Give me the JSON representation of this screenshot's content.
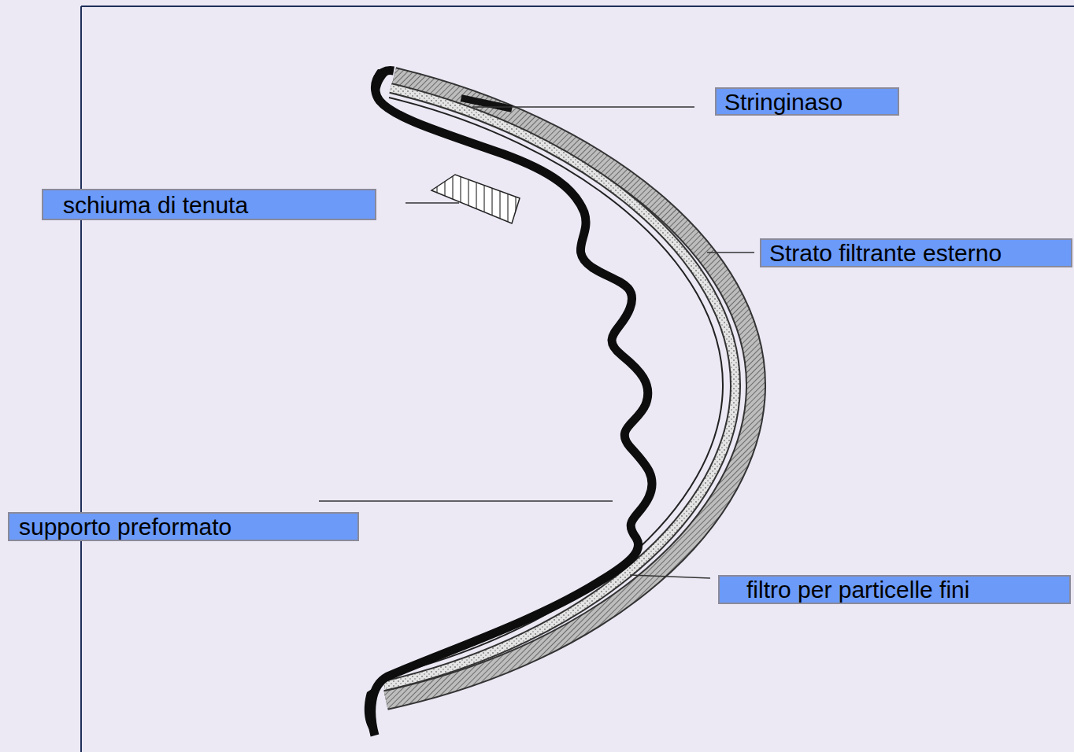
{
  "diagram": {
    "nodes": [
      {
        "text": [
          "Stringinaso"
        ]
      },
      {
        "text": [
          "schiuma di tenuta"
        ]
      },
      {
        "text": [
          "Strato filtrante esterno"
        ]
      },
      {
        "text": [
          "supporto preformato"
        ]
      },
      {
        "text": [
          "filtro per particelle fini"
        ]
      }
    ]
  }
}
